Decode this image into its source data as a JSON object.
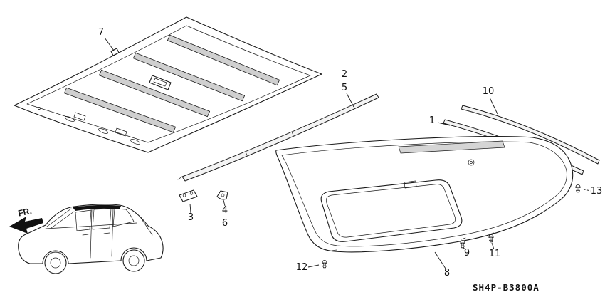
{
  "diagram": {
    "part_code": "SH4P-B3800A",
    "direction_label": "FR.",
    "colors": {
      "line": "#1a1a1a",
      "background": "#ffffff",
      "shade": "#cfcfcf"
    },
    "callouts": [
      {
        "number": "1"
      },
      {
        "number": "2"
      },
      {
        "number": "3"
      },
      {
        "number": "4"
      },
      {
        "number": "5"
      },
      {
        "number": "6"
      },
      {
        "number": "7"
      },
      {
        "number": "8"
      },
      {
        "number": "9"
      },
      {
        "number": "10"
      },
      {
        "number": "11"
      },
      {
        "number": "12"
      },
      {
        "number": "13"
      }
    ]
  }
}
